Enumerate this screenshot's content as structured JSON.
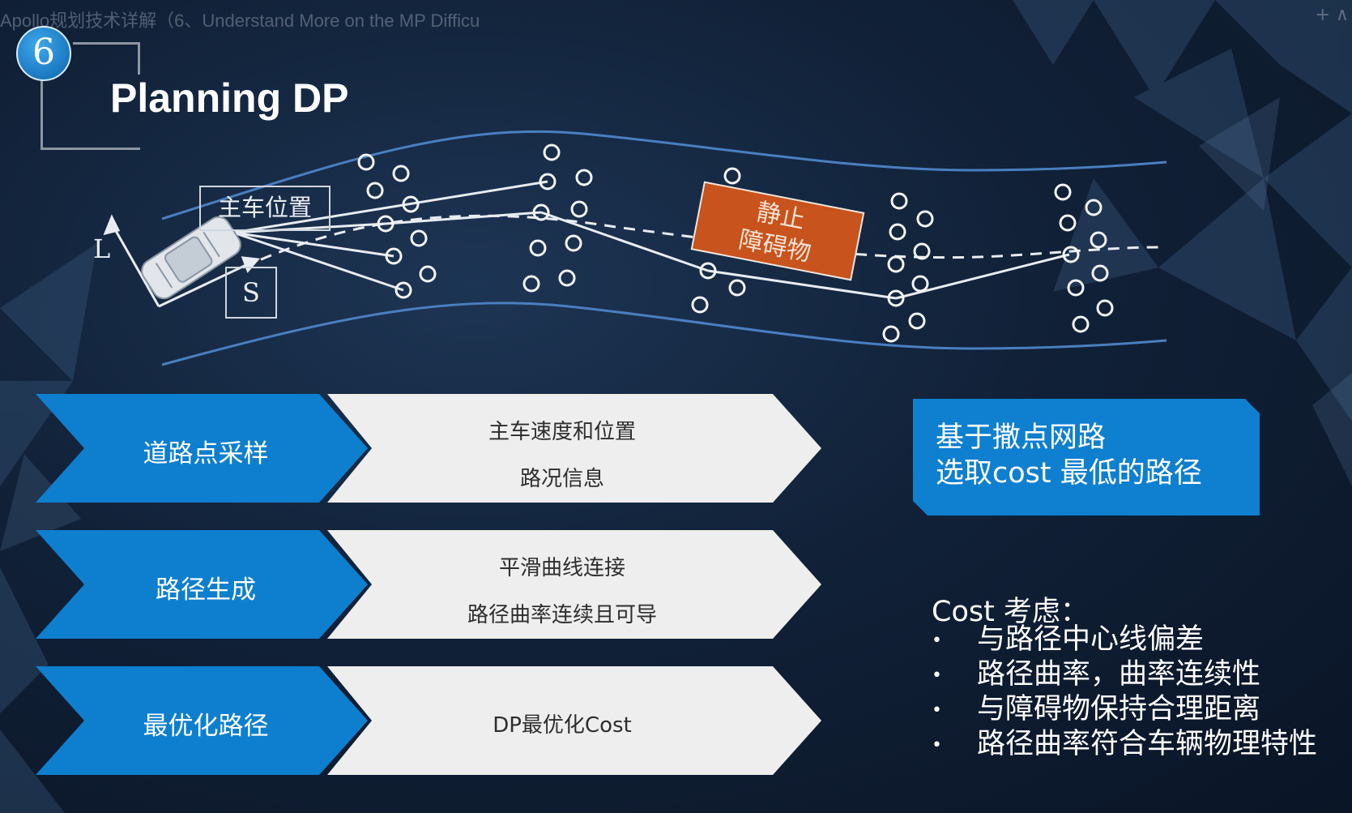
{
  "video": {
    "title": "Apollo规划技术详解（6、Understand More on the MP Difficu",
    "corner_icons": "+ ∧"
  },
  "slide": {
    "number": "6",
    "title": "Planning DP"
  },
  "diagram": {
    "car_label": "主车位置",
    "axis_l": "L",
    "axis_s": "S",
    "obstacle_label_line1": "静止",
    "obstacle_label_line2": "障碍物",
    "obstacle_color": "#c8531c"
  },
  "steps": [
    {
      "label": "道路点采样",
      "details": [
        "主车速度和位置",
        "路况信息"
      ]
    },
    {
      "label": "路径生成",
      "details": [
        "平滑曲线连接",
        "路径曲率连续且可导"
      ]
    },
    {
      "label": "最优化路径",
      "details": [
        "DP最优化Cost"
      ]
    }
  ],
  "summary": {
    "line1": "基于撒点网路",
    "line2": "选取cost 最低的路径"
  },
  "cost": {
    "title": "Cost 考虑：",
    "bullet": "•",
    "items": [
      "与路径中心线偏差",
      "路径曲率，曲率连续性",
      "与障碍物保持合理距离",
      "路径曲率符合车辆物理特性"
    ]
  },
  "colors": {
    "chevron_blue": "#0e7fcf",
    "detail_white": "#eeeeee",
    "summary_blue": "#0f7fd0"
  }
}
